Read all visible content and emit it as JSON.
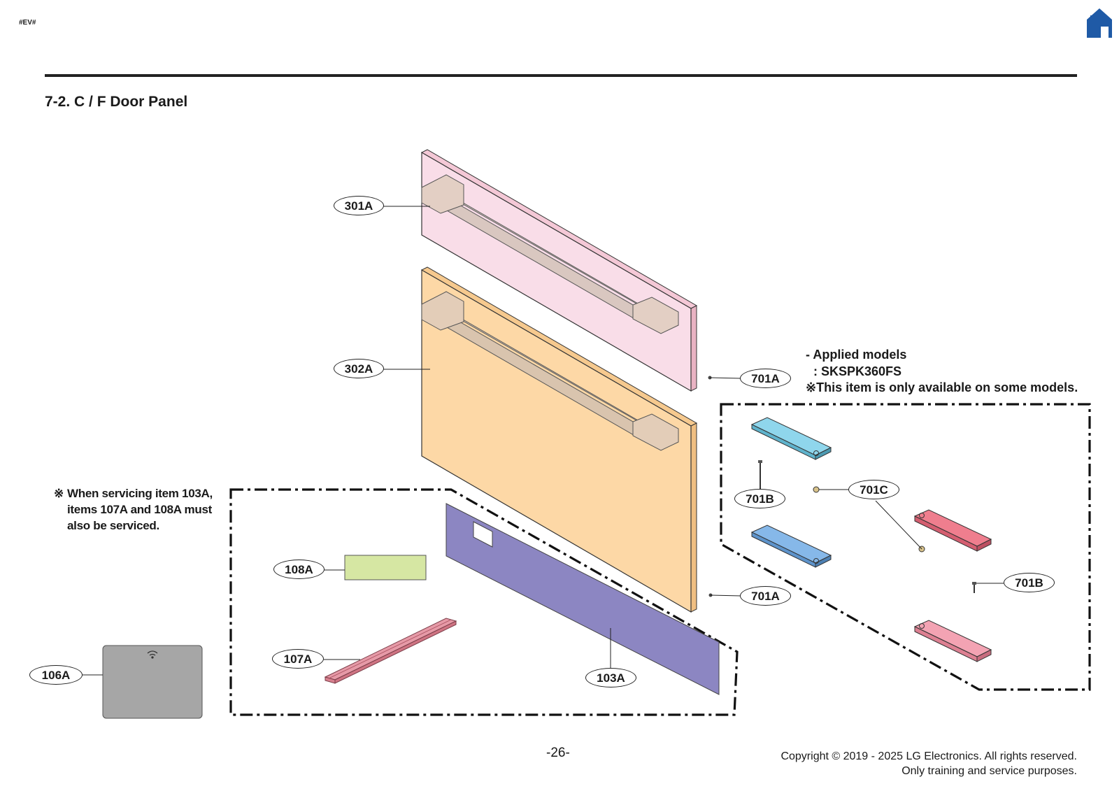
{
  "header": {
    "marker": "#EV#",
    "home_icon": "home-icon",
    "home_color": "#1f5aa6"
  },
  "section": {
    "title": "7-2. C / F Door Panel"
  },
  "parts": {
    "p301A": {
      "label": "301A",
      "color": "#f9dde8"
    },
    "p302A": {
      "label": "302A",
      "color": "#fdd8a6"
    },
    "p701A_top": {
      "label": "701A"
    },
    "p701A_bottom": {
      "label": "701A"
    },
    "p701B_left": {
      "label": "701B"
    },
    "p701B_right": {
      "label": "701B"
    },
    "p701C": {
      "label": "701C"
    },
    "p108A": {
      "label": "108A",
      "color": "#d6e7a3"
    },
    "p107A": {
      "label": "107A",
      "color": "#e69aa7"
    },
    "p103A": {
      "label": "103A",
      "color": "#8c86c2"
    },
    "p106A": {
      "label": "106A",
      "color": "#a6a6a6",
      "icon": "wifi-icon"
    }
  },
  "notes": {
    "service": {
      "mark": "※",
      "line1": "When servicing item 103A,",
      "line2": "items 107A and 108A must",
      "line3": "also be serviced."
    },
    "applied": {
      "line1": "- Applied models",
      "line2": ": SKSPK360FS",
      "line3": "※This item is only available on some models."
    }
  },
  "footer": {
    "page_number": "-26-",
    "copyright_line1": "Copyright © 2019 - 2025 LG Electronics. All rights reserved.",
    "copyright_line2": "Only training and service purposes."
  }
}
